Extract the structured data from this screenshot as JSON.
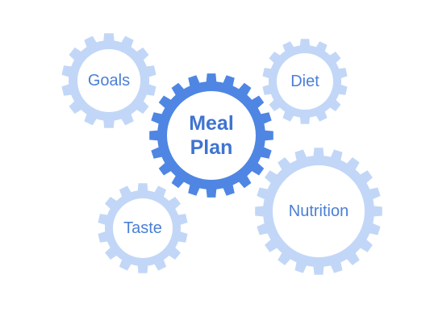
{
  "colors": {
    "background": "#ffffff",
    "primary_gear": "#4f86e3",
    "secondary_gear": "#c2d7f7",
    "primary_text": "#3f74d0",
    "secondary_text": "#4a7fd6"
  },
  "gears": [
    {
      "id": "meal-plan",
      "lines": [
        "Meal",
        "Plan"
      ],
      "emphasis": "primary"
    },
    {
      "id": "goals",
      "lines": [
        "Goals"
      ],
      "emphasis": "secondary"
    },
    {
      "id": "diet",
      "lines": [
        "Diet"
      ],
      "emphasis": "secondary"
    },
    {
      "id": "taste",
      "lines": [
        "Taste"
      ],
      "emphasis": "secondary"
    },
    {
      "id": "nutrition",
      "lines": [
        "Nutrition"
      ],
      "emphasis": "secondary"
    }
  ]
}
